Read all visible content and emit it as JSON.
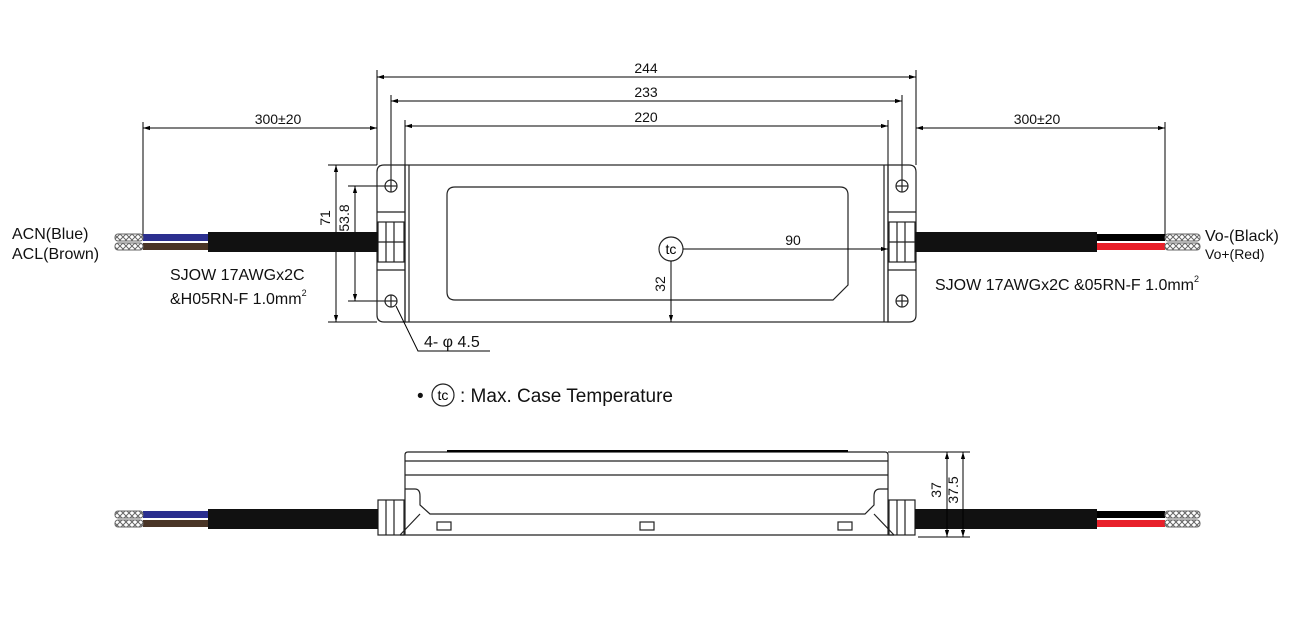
{
  "dimensions": {
    "overall_length": "244",
    "hole_pitch_length": "233",
    "body_length": "220",
    "cable_length_left": "300±20",
    "cable_length_right": "300±20",
    "overall_width": "71",
    "hole_pitch_width": "53.8",
    "tc_x": "90",
    "tc_y": "32",
    "hole_spec": "4- φ 4.5",
    "height_body": "37",
    "height_overall": "37.5"
  },
  "labels": {
    "wire_acn": "ACN(Blue)",
    "wire_acl": "ACL(Brown)",
    "wire_vo_neg": "Vo-(Black)",
    "wire_vo_pos": "Vo+(Red)",
    "cable_left_line1": "SJOW 17AWGx2C",
    "cable_left_line2": "&H05RN-F 1.0mm",
    "cable_right": "SJOW 17AWGx2C &05RN-F 1.0mm",
    "superscript": "2",
    "tc_symbol": "tc",
    "legend_bullet": "•",
    "legend_text": ": Max. Case Temperature"
  },
  "colors": {
    "blue_wire": "#2b2f8f",
    "brown_wire": "#4a3526",
    "black_wire": "#000000",
    "red_wire": "#e8202a"
  }
}
